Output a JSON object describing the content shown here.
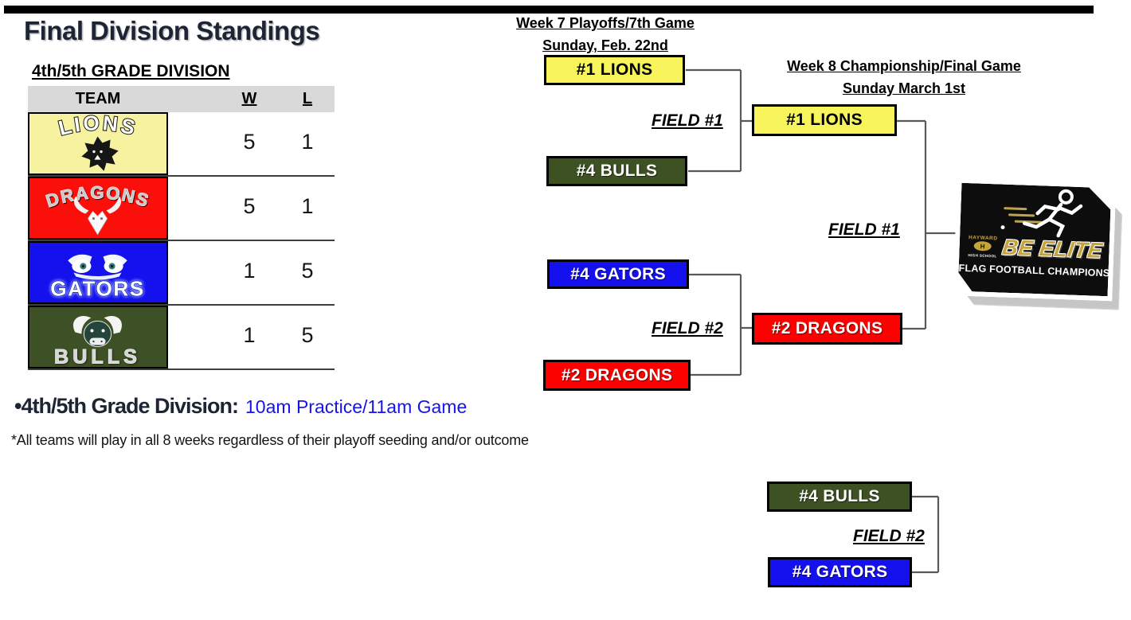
{
  "header": {
    "title": "Final Division Standings"
  },
  "standings": {
    "heading": "4th/5th GRADE DIVISION",
    "columns": {
      "team": "TEAM",
      "wins": "W",
      "losses": "L"
    },
    "rows": [
      {
        "team": "LIONS",
        "w": "5",
        "l": "1"
      },
      {
        "team": "DRAGONS",
        "w": "5",
        "l": "1"
      },
      {
        "team": "GATORS",
        "w": "1",
        "l": "5"
      },
      {
        "team": "BULLS",
        "w": "1",
        "l": "5"
      }
    ]
  },
  "bracket": {
    "week7": {
      "line1": "Week 7 Playoffs/7th Game",
      "line2": "Sunday, Feb. 22nd"
    },
    "week8": {
      "line1": "Week 8 Championship/Final Game",
      "line2": "Sunday March 1st"
    },
    "semifinal1": {
      "top": "#1 LIONS",
      "bottom": "#4 BULLS",
      "field": "FIELD #1",
      "winner": "#1 LIONS"
    },
    "semifinal2": {
      "top": "#4 GATORS",
      "bottom": "#2 DRAGONS",
      "field": "FIELD #2",
      "winner": "#2 DRAGONS"
    },
    "final": {
      "field": "FIELD #1"
    },
    "consolation": {
      "top": "#4 BULLS",
      "bottom": "#4 GATORS",
      "field": "FIELD #2"
    }
  },
  "champion_badge": {
    "school_name": "HAYWARD",
    "school_initial": "H",
    "school_sub": "HIGH SCHOOL",
    "title": "BE ELITE",
    "subtitle": "FLAG FOOTBALL CHAMPIONS"
  },
  "footer": {
    "division_label": "•4th/5th Grade Division:",
    "schedule": "10am Practice/11am Game",
    "note": "*All teams will play in all 8 weeks regardless of their playoff seeding and/or outcome"
  },
  "colors": {
    "lions_box": "#F8F55C",
    "lions_row": "#F6F2A0",
    "dragons_red": "#FB0200",
    "gators_blue": "#1411EE",
    "bulls_green": "#3E5123",
    "schedule_time_blue": "#1414E8",
    "badge_gold": "#C5A43C",
    "table_header_gray": "#D9D9D9",
    "connector_gray": "#595959"
  }
}
